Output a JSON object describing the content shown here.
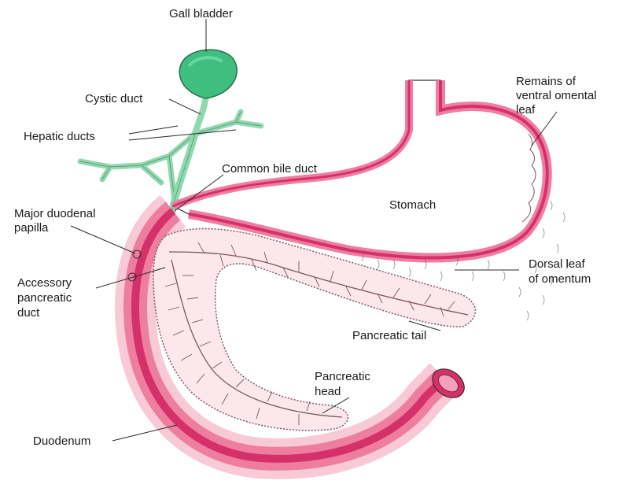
{
  "labels": {
    "gall_bladder": "Gall bladder",
    "cystic_duct": "Cystic duct",
    "hepatic_ducts": "Hepatic ducts",
    "common_bile_duct": "Common bile duct",
    "major_duodenal_papilla": [
      "Major duodenal",
      "papilla"
    ],
    "accessory_pancreatic_duct": [
      "Accessory",
      "pancreatic",
      "duct"
    ],
    "duodenum": "Duodenum",
    "stomach": "Stomach",
    "remains_ventral_omental_leaf": [
      "Remains of",
      "ventral omental",
      "leaf"
    ],
    "dorsal_leaf_omentum": [
      "Dorsal leaf",
      "of omentum"
    ],
    "pancreatic_tail": "Pancreatic tail",
    "pancreatic_head": [
      "Pancreatic",
      "head"
    ]
  },
  "colors": {
    "gut_dark": "#d6306a",
    "gut_mid": "#ee7ea0",
    "gut_light": "#f8c9d7",
    "pancreas_fill": "#fbe7ec",
    "pancreas_stroke": "#7a5560",
    "gall_bladder": "#3fbf7f",
    "bile_ducts": "#8fd9b0",
    "outline": "#333333"
  }
}
